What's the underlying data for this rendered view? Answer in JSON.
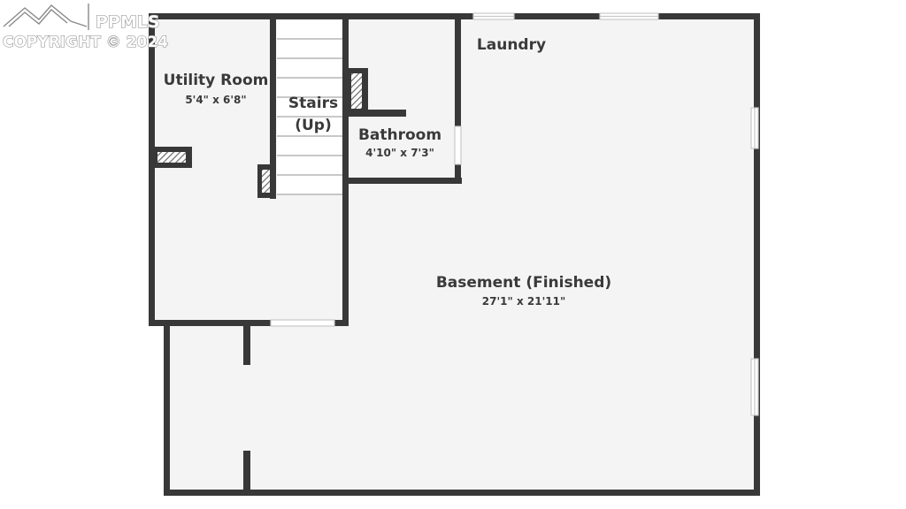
{
  "watermark": {
    "brand": "PPMLS",
    "copyright": "COPYRIGHT © 2024"
  },
  "rooms": {
    "utility": {
      "name": "Utility Room",
      "dimensions": "5'4\" x 6'8\""
    },
    "stairs": {
      "name_line1": "Stairs",
      "name_line2": "(Up)"
    },
    "laundry": {
      "name": "Laundry"
    },
    "bathroom": {
      "name": "Bathroom",
      "dimensions": "4'10\" x 7'3\""
    },
    "basement": {
      "name": "Basement (Finished)",
      "dimensions": "27'1\" x 21'11\""
    }
  },
  "colors": {
    "wall": "#383838",
    "floor": "#f4f4f4",
    "window": "#c8c8c8",
    "hatch": "#6a6a6a"
  }
}
